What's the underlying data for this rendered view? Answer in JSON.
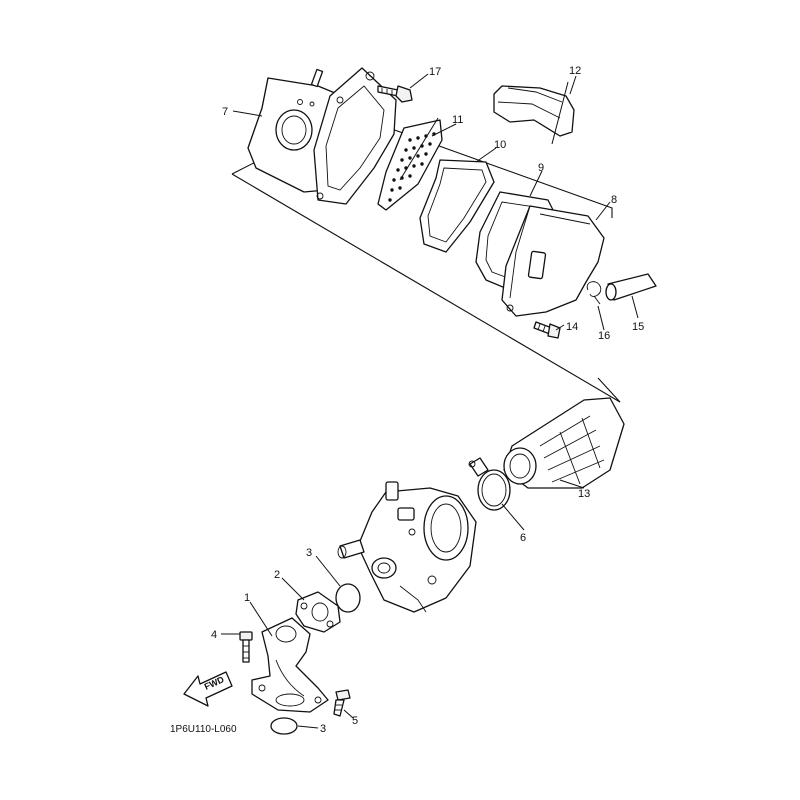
{
  "diagram_code": "1P6U110-L060",
  "direction_label": "FWD",
  "callouts": [
    {
      "label": "1"
    },
    {
      "label": "2"
    },
    {
      "label": "3"
    },
    {
      "label": "3"
    },
    {
      "label": "4"
    },
    {
      "label": "5"
    },
    {
      "label": "6"
    },
    {
      "label": "7"
    },
    {
      "label": "8"
    },
    {
      "label": "9"
    },
    {
      "label": "10"
    },
    {
      "label": "11"
    },
    {
      "label": "12"
    },
    {
      "label": "13"
    },
    {
      "label": "14"
    },
    {
      "label": "15"
    },
    {
      "label": "16"
    },
    {
      "label": "17"
    }
  ],
  "colors": {
    "line": "#111111",
    "background": "#ffffff"
  }
}
